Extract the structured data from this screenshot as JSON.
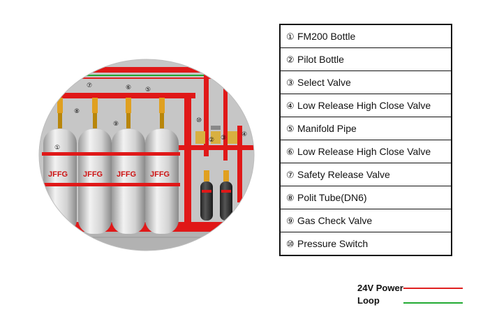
{
  "components": [
    {
      "num": "①",
      "label": "FM200 Bottle"
    },
    {
      "num": "②",
      "label": "Pilot Bottle"
    },
    {
      "num": "③",
      "label": "Select Valve"
    },
    {
      "num": "④",
      "label": "Low Release High Close Valve"
    },
    {
      "num": "⑤",
      "label": "Manifold Pipe"
    },
    {
      "num": "⑥",
      "label": "Low Release High Close Valve"
    },
    {
      "num": "⑦",
      "label": "Safety Release Valve"
    },
    {
      "num": "⑧",
      "label": "Polit Tube(DN6)"
    },
    {
      "num": "⑨",
      "label": "Gas Check Valve"
    },
    {
      "num": "⑩",
      "label": "Pressure Switch"
    }
  ],
  "cylinder_brand": "JFFG",
  "callouts": {
    "c1": "①",
    "c2": "②",
    "c3": "③",
    "c4": "④",
    "c5": "⑤",
    "c6": "⑥",
    "c7": "⑦",
    "c8": "⑧",
    "c9": "⑨",
    "c10": "⑩"
  },
  "wiring_key": [
    {
      "label": "24V Power",
      "color": "#e02020"
    },
    {
      "label": "Loop",
      "color": "#22aa33"
    }
  ],
  "colors": {
    "pipe": "#e01818",
    "cylinder": "#d4d4d4",
    "backdrop": "#c8c8c8",
    "valve": "#e0a020"
  }
}
